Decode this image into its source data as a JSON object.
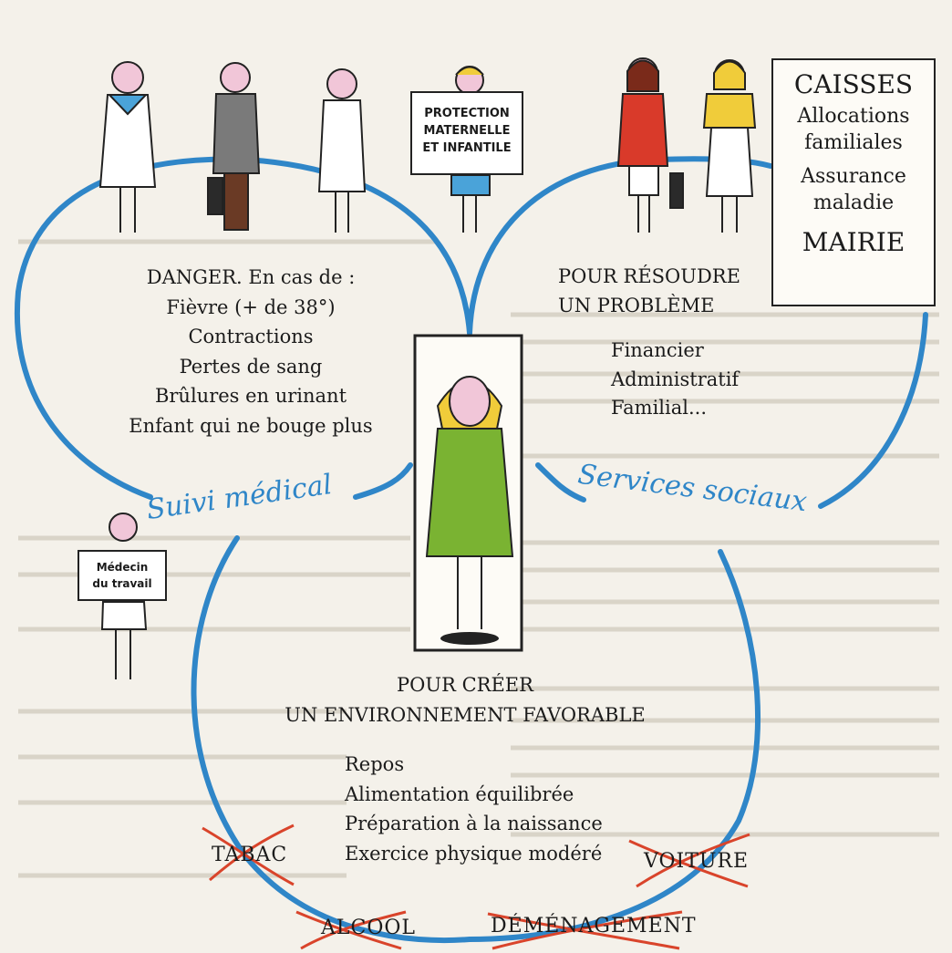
{
  "colors": {
    "curve": "#2f86c8",
    "strike": "#d9442b",
    "dress_green": "#7ab332",
    "hair_yellow": "#f0cc3a",
    "skin_pink": "#f1c6d8",
    "background": "#f4f1ea"
  },
  "top_left_sign": {
    "line1": "PROTECTION",
    "line2": "MATERNELLE",
    "line3": "ET INFANTILE"
  },
  "caisses_box": {
    "title": "CAISSES",
    "line1": "Allocations",
    "line2": "familiales",
    "line3": "Assurance",
    "line4": "maladie",
    "mairie": "MAIRIE"
  },
  "danger": {
    "heading": "DANGER. En cas de :",
    "items": [
      "Fièvre (+ de 38°)",
      "Contractions",
      "Pertes de sang",
      "Brûlures en urinant",
      "Enfant qui ne bouge plus"
    ]
  },
  "probleme": {
    "heading_line1": "POUR RÉSOUDRE",
    "heading_line2": "UN PROBLÈME",
    "items": [
      "Financier",
      "Administratif",
      "Familial..."
    ]
  },
  "suivi_label": "Suivi médical",
  "services_label": "Services sociaux",
  "medecin_sign": {
    "line1": "Médecin",
    "line2": "du travail"
  },
  "environnement": {
    "heading_line1": "POUR CRÉER",
    "heading_line2": "UN ENVIRONNEMENT FAVORABLE",
    "items": [
      "Repos",
      "Alimentation équilibrée",
      "Préparation à la naissance",
      "Exercice physique modéré"
    ]
  },
  "struck_words": {
    "tabac": "TABAC",
    "voiture": "VOITURE",
    "alcool": "ALCOOL",
    "demenagement": "DÉMÉNAGEMENT"
  }
}
